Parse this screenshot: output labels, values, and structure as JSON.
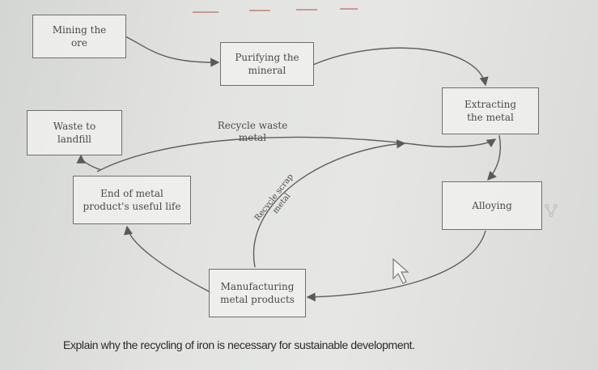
{
  "diagram": {
    "nodes": {
      "mining": "Mining the\nore",
      "purifying": "Purifying the\nmineral",
      "extracting": "Extracting\nthe metal",
      "alloying": "Alloying",
      "manufacturing": "Manufacturing\nmetal products",
      "end_of_life": "End of metal\nproduct's useful life",
      "landfill": "Waste to\nlandfill"
    },
    "edge_labels": {
      "recycle_waste": "Recycle waste\nmetal",
      "recycle_scrap": "Recycle scrap\nmetal"
    }
  },
  "question": "Explain why the recycling of iron is necessary for sustainable development."
}
